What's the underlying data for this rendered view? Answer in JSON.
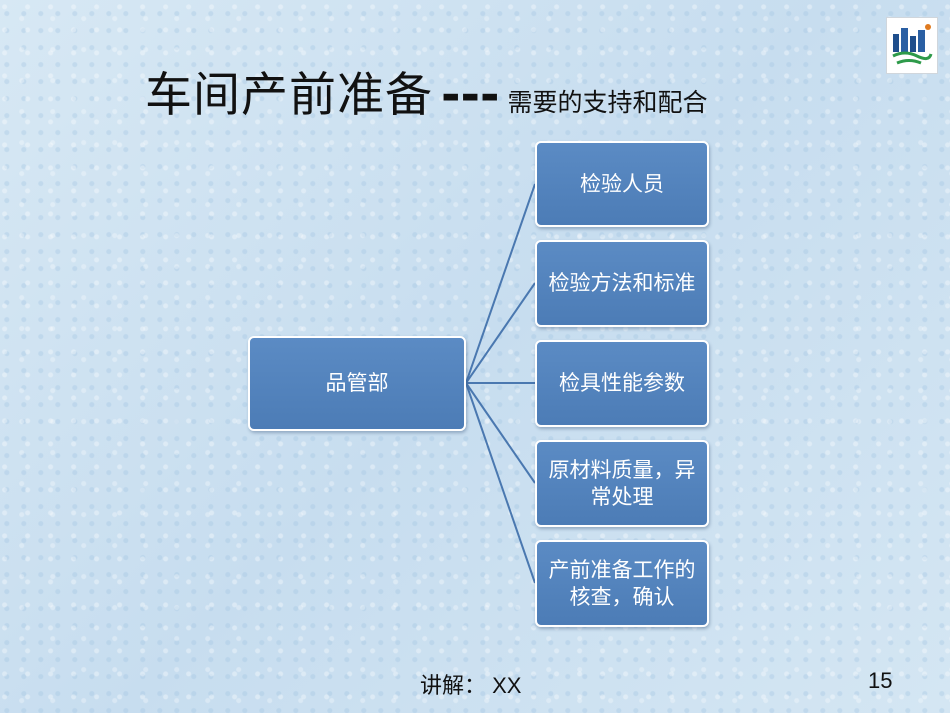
{
  "title": {
    "main": "车间产前准备",
    "dash": "---",
    "sub": "需要的支持和配合"
  },
  "diagram": {
    "root": "品管部",
    "children": [
      "检验人员",
      "检验方法和标准",
      "检具性能参数",
      "原材料质量，异常处理",
      "产前准备工作的核查，确认"
    ]
  },
  "footer": {
    "presenter": "讲解： XX",
    "page_number": "15"
  },
  "colors": {
    "box_fill": "#4f7fba",
    "box_border": "#ffffff",
    "connector": "#4a78b0",
    "background": "#cfe3f1"
  },
  "icons": {
    "logo": "company-logo-icon"
  }
}
